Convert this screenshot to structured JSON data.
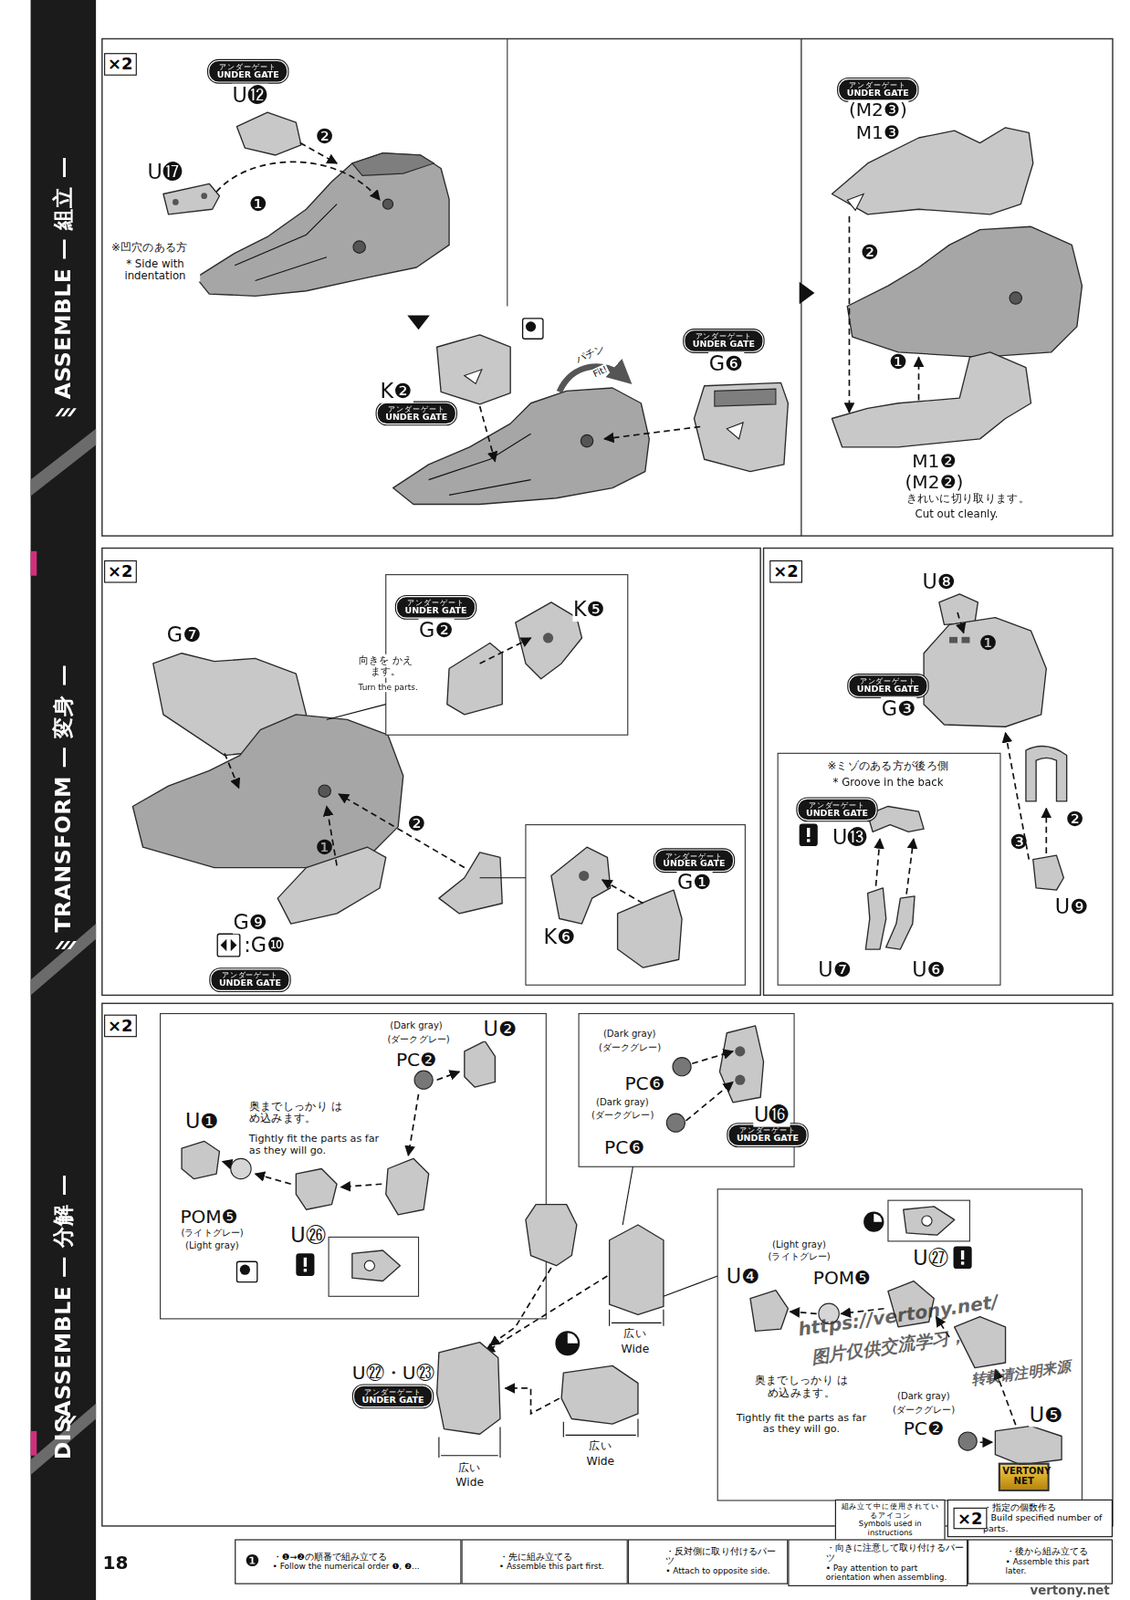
{
  "diagram": {
    "nodes": [
      {
        "text": [
          "×2"
        ]
      },
      {
        "text": [
          "アンダーゲート",
          "UNDER GATE"
        ]
      },
      {
        "text": [
          "アンダーゲート",
          "UNDER GATE"
        ]
      },
      {
        "text": [
          "アンダーゲート",
          "UNDER GATE"
        ]
      },
      {
        "text": [
          "アンダーゲート",
          "UNDER GATE"
        ]
      },
      {
        "text": [
          "×2"
        ]
      },
      {
        "text": [
          "アンダーゲート",
          "UNDER GATE"
        ]
      },
      {
        "text": [
          "アンダーゲート",
          "UNDER GATE"
        ]
      },
      {
        "text": [
          "アンダーゲート",
          "UNDER GATE"
        ]
      },
      {
        "text": [
          "×2"
        ]
      },
      {
        "text": [
          "アンダーゲート",
          "UNDER GATE"
        ]
      },
      {
        "text": [
          "アンダーゲート",
          "UNDER GATE"
        ]
      },
      {
        "text": [
          "×2"
        ]
      },
      {
        "text": [
          "アンダーゲート",
          "UNDER GATE"
        ]
      },
      {
        "text": [
          "アンダーゲート",
          "UNDER GATE"
        ]
      },
      {
        "text": [
          "VERTONY NET"
        ]
      },
      {
        "text": [
          "組み立て中に使用されているアイコン",
          "Symbols used in instructions"
        ]
      },
      {
        "text": [
          "・指定の個数作る",
          "• Build specified number of parts."
        ]
      },
      {
        "text": [
          "×2"
        ],
        "in": 17
      },
      {
        "text": [
          "・❶→❷の順番で組み立てる",
          "• Follow the numerical order ❶, ❷..."
        ]
      },
      {
        "text": [
          "・先に組み立てる",
          "• Assemble this part first."
        ]
      },
      {
        "text": [
          "・反対側に取り付けるパーツ",
          "• Attach to opposite side."
        ]
      },
      {
        "text": [
          "・向きに注意して取り付けるパーツ",
          "• Pay attention to part orientation when assembling."
        ]
      },
      {
        "text": [
          "・後から組み立てる",
          "• Assemble this part later."
        ]
      }
    ],
    "labels": [
      "ASSEMBLE — 組立 —",
      "TRANSFORM — 変身 —",
      "DISASSEMBLE — 分解 —",
      "18",
      "U⓬",
      "❷",
      "U⓱",
      "❶",
      "※凹穴のある方",
      "* Side with indentation",
      "K❷",
      "パチン",
      "Fit!",
      "G❻",
      "(M2❸)",
      "M1❸",
      "❷",
      "❶",
      "M1❷",
      "(M2❷)",
      "きれいに切り取ります。",
      "Cut out cleanly.",
      "G❼",
      "G❷",
      "K❺",
      "向きを かえます。",
      "Turn the parts.",
      "❷",
      "❶",
      "G❾",
      ":G❿",
      "G❶",
      "K❻",
      "U❽",
      "❶",
      "G❸",
      "※ミゾのある方が後ろ側",
      "* Groove in the back",
      "U⓭",
      "U❼",
      "U❻",
      "❷",
      "❸",
      "U❾",
      "(Dark gray)",
      "(ダークグレー)",
      "PC❷",
      "U❷",
      "奥までしっかり はめ込みます。",
      "Tightly fit the parts as far as they will go.",
      "U❶",
      "POM❺",
      "(ライトグレー)",
      "(Light gray)",
      "U㉖",
      "(Dark gray)",
      "(ダークグレー)",
      "PC❻",
      "(Dark gray)",
      "(ダークグレー)",
      "PC❻",
      "U⓰",
      "広い",
      "Wide",
      "U㉒・U㉓",
      "広い",
      "Wide",
      "広い",
      "Wide",
      "U❹",
      "(Light gray)",
      "(ライトグレー)",
      "POM❺",
      "U㉗",
      "奥までしっかり はめ込みます。",
      "Tightly fit the parts as far as they will go.",
      "(Dark gray)",
      "(ダークグレー)",
      "PC❷",
      "U❺",
      "https://vertony.net/",
      "图片仅供交流学习，",
      "转载请注明来源",
      "vertony.net",
      "❶"
    ]
  }
}
